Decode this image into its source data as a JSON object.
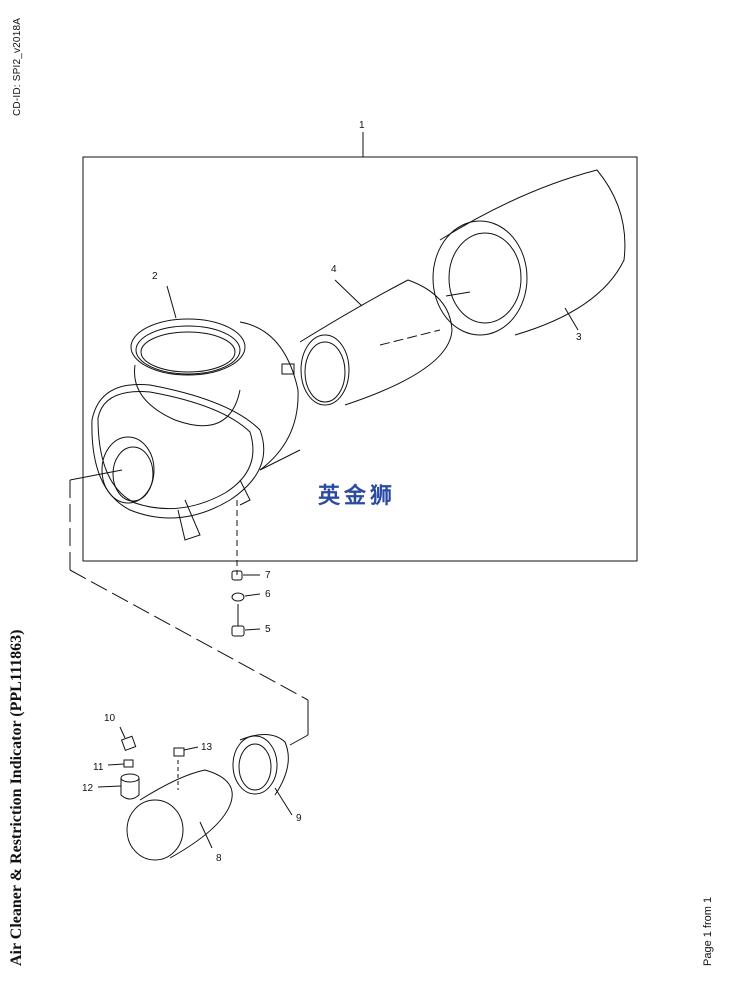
{
  "header": {
    "cd_id": "CD-ID: SPI2_v2018A"
  },
  "title": "Air Cleaner & Restriction Indicator (PPL111863)",
  "footer": {
    "page": "Page 1 from 1"
  },
  "watermark": "英金狮",
  "callouts": {
    "c1": "1",
    "c2": "2",
    "c3": "3",
    "c4": "4",
    "c5": "5",
    "c6": "6",
    "c7": "7",
    "c8": "8",
    "c9": "9",
    "c10": "10",
    "c11": "11",
    "c12": "12",
    "c13": "13"
  }
}
